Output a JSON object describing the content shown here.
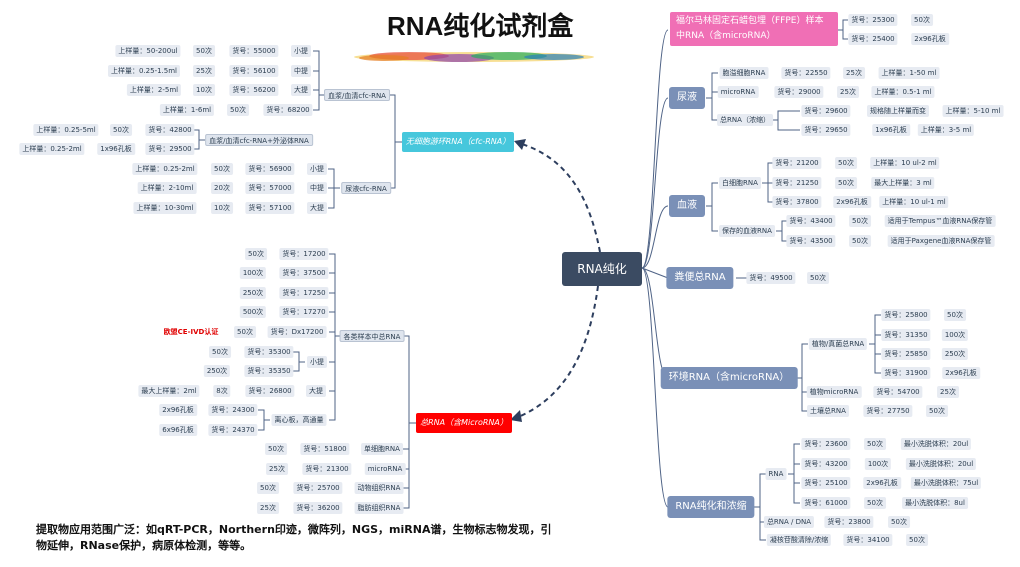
{
  "title": "RNA纯化试剂盒",
  "center": "RNA纯化",
  "ffpe": {
    "label_1": "福尔马林固定石蜡包埋（FFPE）样本",
    "label_2": "中RNA（含microRNA）",
    "cat1": "货号：25300",
    "cnt1": "50次",
    "cat2": "货号：25400",
    "cnt2": "2x96孔板"
  },
  "urine": {
    "label": "尿液",
    "exo": {
      "label": "胞溢细胞RNA",
      "cat": "货号：22550",
      "cnt": "25次",
      "vol": "上样量：1-50 ml"
    },
    "micro": {
      "label": "microRNA",
      "cat": "货号：29000",
      "cnt": "25次",
      "vol": "上样量：0.5-1 ml"
    },
    "total": {
      "label": "总RNA（浓缩）",
      "a": {
        "cat": "货号：29600",
        "fmt": "规格随上样量而变",
        "vol": "上样量：5-10 ml"
      },
      "b": {
        "cat": "货号：29650",
        "fmt": "1x96孔板",
        "vol": "上样量：3-5 ml"
      }
    }
  },
  "blood": {
    "label": "血液",
    "wbc": {
      "label": "白细胞RNA",
      "a": {
        "cat": "货号：21200",
        "cnt": "50次",
        "vol": "上样量：10 ul-2 ml"
      },
      "b": {
        "cat": "货号：21250",
        "cnt": "50次",
        "vol": "最大上样量：3 ml"
      },
      "c": {
        "cat": "货号：37800",
        "cnt": "2x96孔板",
        "vol": "上样量：10 ul-1 ml"
      }
    },
    "preserved": {
      "label": "保存的血液RNA",
      "a": {
        "cat": "货号：43400",
        "cnt": "50次",
        "note": "适用于Tempus™血液RNA保存管"
      },
      "b": {
        "cat": "货号：43500",
        "cnt": "50次",
        "note": "适用于Paxgene血液RNA保存管"
      }
    }
  },
  "stool": {
    "label": "粪便总RNA",
    "cat": "货号：49500",
    "cnt": "50次"
  },
  "env": {
    "label": "环境RNA（含microRNA）",
    "plant": {
      "label": "植物/真菌总RNA",
      "rows": [
        {
          "cat": "货号：25800",
          "cnt": "50次"
        },
        {
          "cat": "货号：31350",
          "cnt": "100次"
        },
        {
          "cat": "货号：25850",
          "cnt": "250次"
        },
        {
          "cat": "货号：31900",
          "cnt": "2x96孔板"
        }
      ]
    },
    "plant_micro": {
      "label": "植物microRNA",
      "cat": "货号：54700",
      "cnt": "25次"
    },
    "soil": {
      "label": "土壤总RNA",
      "cat": "货号：27750",
      "cnt": "50次"
    }
  },
  "concentrate": {
    "label": "RNA纯化和浓缩",
    "rna": {
      "label": "RNA",
      "rows": [
        {
          "cat": "货号：23600",
          "cnt": "50次",
          "vol": "最小洗脱体积：20ul"
        },
        {
          "cat": "货号：43200",
          "cnt": "100次",
          "vol": "最小洗脱体积：20ul"
        },
        {
          "cat": "货号：25100",
          "cnt": "2x96孔板",
          "vol": "最小洗脱体积：75ul"
        },
        {
          "cat": "货号：61000",
          "cnt": "50次",
          "vol": "最小洗脱体积：8ul"
        }
      ]
    },
    "dna": {
      "label": "总RNA / DNA",
      "cat": "货号：23800",
      "cnt": "50次"
    },
    "gel": {
      "label": "凝核苷酸清除/浓缩",
      "cat": "货号：34100",
      "cnt": "50次"
    }
  },
  "cfc": {
    "label": "无细胞游环RNA（cfc-RNA）",
    "plasma": {
      "label": "血浆/血清cfc-RNA",
      "rows": [
        {
          "vol": "上样量：50-200ul",
          "cnt": "50次",
          "cat": "货号：55000",
          "size": "小提"
        },
        {
          "vol": "上样量：0.25-1.5ml",
          "cnt": "25次",
          "cat": "货号：56100",
          "size": "中提"
        },
        {
          "vol": "上样量：2-5ml",
          "cnt": "10次",
          "cat": "货号：56200",
          "size": "大提"
        },
        {
          "vol": "上样量：1-6ml",
          "cnt": "50次",
          "cat": "货号：68200",
          "size": ""
        }
      ]
    },
    "exosome": {
      "label": "血浆/血清cfc-RNA+外泌体RNA",
      "a": {
        "vol": "上样量：0.25-5ml",
        "cnt": "50次",
        "cat": "货号：42800"
      },
      "b": {
        "vol": "上样量：0.25-2ml",
        "cnt": "1x96孔板",
        "cat": "货号：29500"
      }
    },
    "urine": {
      "label": "尿液cfc-RNA",
      "rows": [
        {
          "vol": "上样量：0.25-2ml",
          "cnt": "50次",
          "cat": "货号：56900",
          "size": "小提"
        },
        {
          "vol": "上样量：2-10ml",
          "cnt": "20次",
          "cat": "货号：57000",
          "size": "中提"
        },
        {
          "vol": "上样量：10-30ml",
          "cnt": "10次",
          "cat": "货号：57100",
          "size": "大提"
        }
      ]
    }
  },
  "total": {
    "label": "总RNA（含MicroRNA）",
    "various": {
      "label": "各类样本中总RNA",
      "rows": [
        {
          "cnt": "50次",
          "cat": "货号：17200"
        },
        {
          "cnt": "100次",
          "cat": "货号：37500"
        },
        {
          "cnt": "250次",
          "cat": "货号：17250"
        },
        {
          "cnt": "500次",
          "cat": "货号：17270"
        }
      ],
      "ce": {
        "tag": "欧盟CE-IVD认证",
        "cnt": "50次",
        "cat": "货号：Dx17200"
      },
      "mini": {
        "label": "小提",
        "a": {
          "cnt": "50次",
          "cat": "货号：35300"
        },
        "b": {
          "cnt": "250次",
          "cat": "货号：35350"
        }
      },
      "maxi": {
        "label": "大提",
        "vol": "最大上样量：2ml",
        "cnt": "8次",
        "cat": "货号：26800"
      },
      "plate": {
        "label": "离心板，高通量",
        "a": {
          "fmt": "2x96孔板",
          "cat": "货号：24300"
        },
        "b": {
          "fmt": "6x96孔板",
          "cat": "货号：24370"
        }
      }
    },
    "single": {
      "label": "单细胞RNA",
      "cnt": "50次",
      "cat": "货号：51800"
    },
    "micro": {
      "label": "microRNA",
      "cnt": "25次",
      "cat": "货号：21300"
    },
    "animal": {
      "label": "动物组织RNA",
      "cnt": "50次",
      "cat": "货号：25700"
    },
    "fat": {
      "label": "脂肪组织RNA",
      "cnt": "25次",
      "cat": "货号：36200"
    }
  },
  "footer": {
    "line1": "提取物应用范围广泛：如qRT-PCR，Northern印迹，微阵列，NGS，miRNA谱，生物标志物发现，引",
    "line2": "物延伸，RNase保护，病原体检测，等等。"
  }
}
